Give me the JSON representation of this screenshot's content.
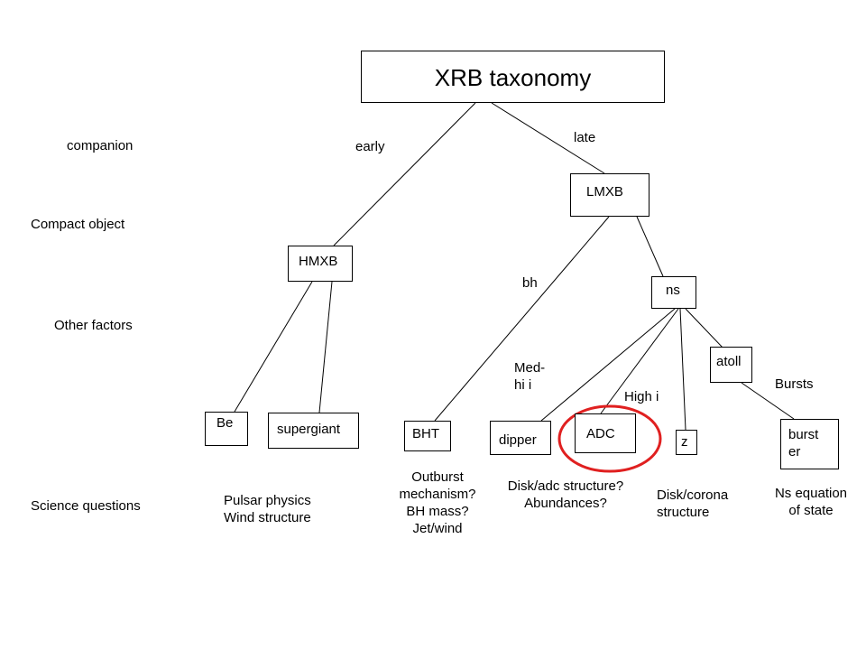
{
  "title": "XRB taxonomy",
  "rows": {
    "companion": "companion",
    "compact_object": "Compact object",
    "other_factors": "Other factors",
    "science_questions": "Science questions"
  },
  "edge_labels": {
    "early": "early",
    "late": "late",
    "bh": "bh",
    "med_hi_i": "Med-\nhi i",
    "high_i": "High i",
    "bursts": "Bursts"
  },
  "nodes": {
    "lmxb": "LMXB",
    "hmxb": "HMXB",
    "ns": "ns",
    "atoll": "atoll",
    "be": "Be",
    "supergiant": "supergiant",
    "bht": "BHT",
    "dipper": "dipper",
    "adc": "ADC",
    "z": "z",
    "burster": "burst\ner"
  },
  "science": {
    "hmxb": "Pulsar physics\nWind structure",
    "bht": "Outburst\nmechanism?\nBH mass?\nJet/wind",
    "dipper_adc": "Disk/adc structure?\nAbundances?",
    "z": "Disk/corona\nstructure",
    "burster": "Ns equation\nof state"
  },
  "highlight_color": "#e02020"
}
